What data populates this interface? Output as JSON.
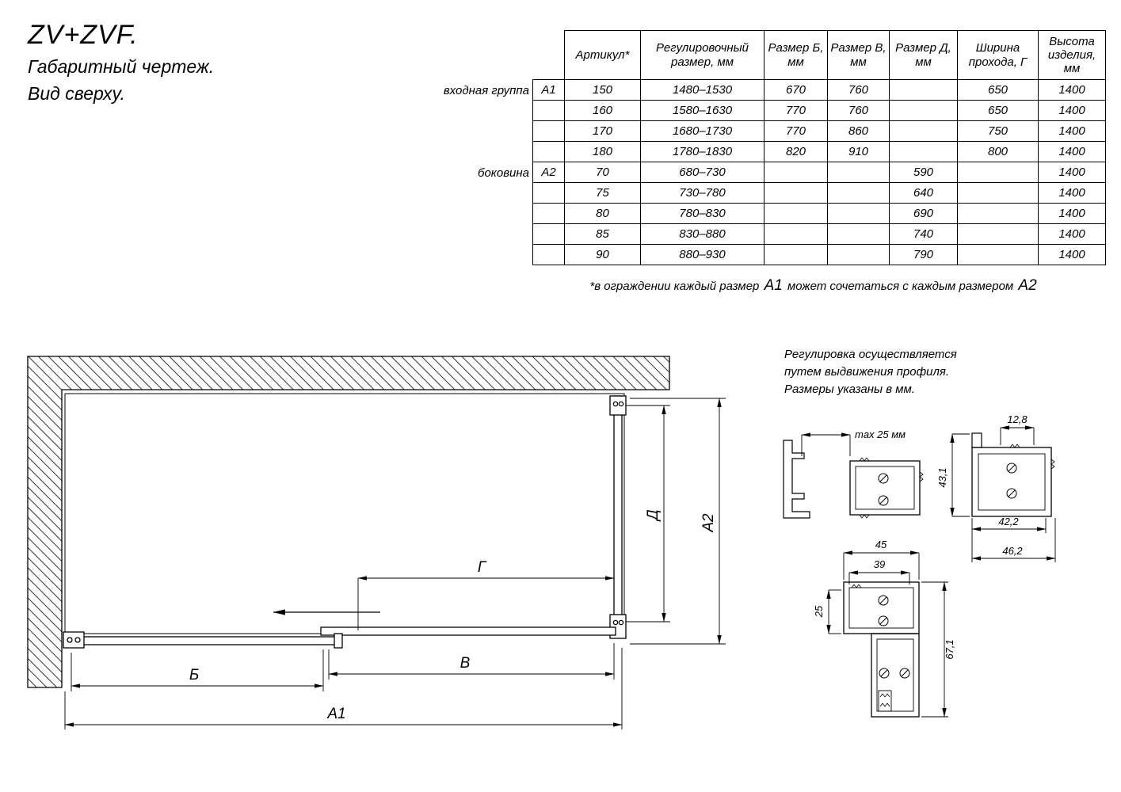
{
  "title": {
    "product": "ZV+ZVF.",
    "subtitle1": "Габаритный чертеж.",
    "subtitle2": "Вид сверху."
  },
  "table": {
    "headers": [
      "Артикул*",
      "Регулировочный размер, мм",
      "Размер Б, мм",
      "Размер В, мм",
      "Размер Д, мм",
      "Ширина прохода, Г",
      "Высота изделия, мм"
    ],
    "groups": [
      {
        "label": "входная группа",
        "code": "А1",
        "rows": [
          [
            "150",
            "1480–1530",
            "670",
            "760",
            "",
            "650",
            "1400"
          ],
          [
            "160",
            "1580–1630",
            "770",
            "760",
            "",
            "650",
            "1400"
          ],
          [
            "170",
            "1680–1730",
            "770",
            "860",
            "",
            "750",
            "1400"
          ],
          [
            "180",
            "1780–1830",
            "820",
            "910",
            "",
            "800",
            "1400"
          ]
        ]
      },
      {
        "label": "боковина",
        "code": "А2",
        "rows": [
          [
            "70",
            "680–730",
            "",
            "",
            "590",
            "",
            "1400"
          ],
          [
            "75",
            "730–780",
            "",
            "",
            "640",
            "",
            "1400"
          ],
          [
            "80",
            "780–830",
            "",
            "",
            "690",
            "",
            "1400"
          ],
          [
            "85",
            "830–880",
            "",
            "",
            "740",
            "",
            "1400"
          ],
          [
            "90",
            "880–930",
            "",
            "",
            "790",
            "",
            "1400"
          ]
        ]
      }
    ],
    "footnote": {
      "part1": "*в ограждении каждый размер ",
      "a1": "А1",
      "part2": " может сочетаться с каждым размером ",
      "a2": "А2"
    }
  },
  "note": {
    "line1": "Регулировка осуществляется",
    "line2": "путем выдвижения профиля.",
    "line3": "Размеры указаны в мм."
  },
  "plan": {
    "dim_b": "Б",
    "dim_v": "В",
    "dim_a1": "А1",
    "dim_a2": "А2",
    "dim_d": "Д",
    "dim_g": "Г"
  },
  "profiles": {
    "max25": "max 25 мм",
    "w128": "12,8",
    "h431": "43,1",
    "w422": "42,2",
    "w462": "46,2",
    "w45": "45",
    "w39": "39",
    "h25": "25",
    "h671": "67,1"
  }
}
